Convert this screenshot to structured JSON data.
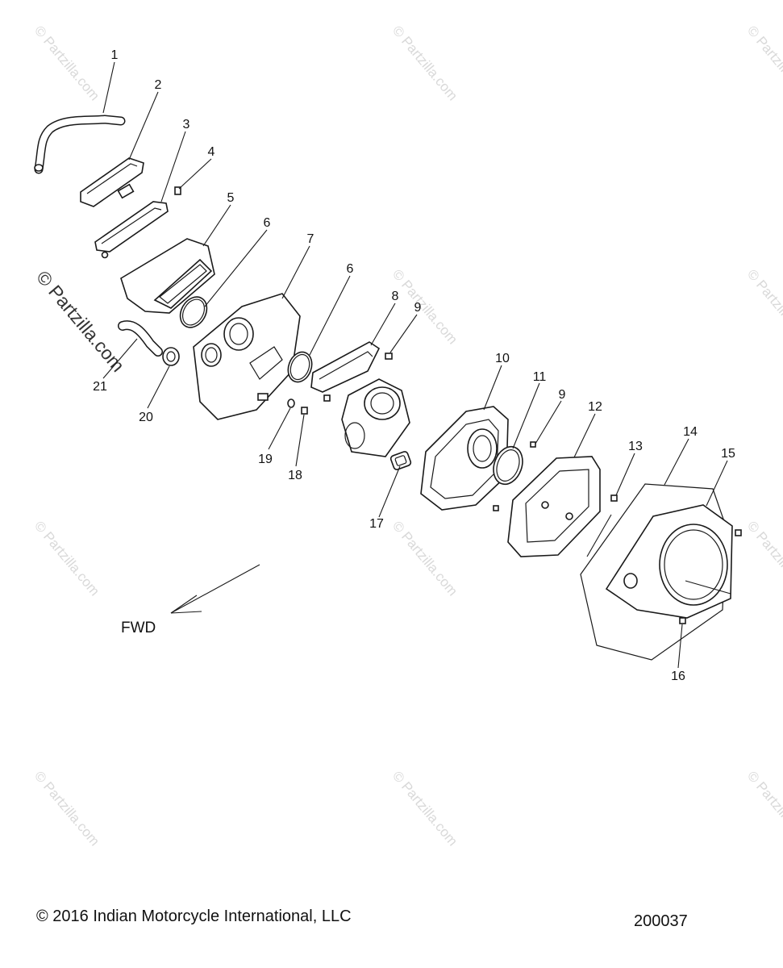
{
  "watermark": {
    "text": "© Partzilla.com"
  },
  "callouts": [
    "1",
    "2",
    "3",
    "4",
    "5",
    "6",
    "7",
    "6",
    "8",
    "9",
    "10",
    "11",
    "9",
    "12",
    "13",
    "14",
    "15",
    "16",
    "17",
    "18",
    "19",
    "20",
    "21"
  ],
  "direction_label": "FWD",
  "footer": {
    "copyright": "© 2016 Indian Motorcycle International, LLC",
    "diagram_id": "200037"
  }
}
